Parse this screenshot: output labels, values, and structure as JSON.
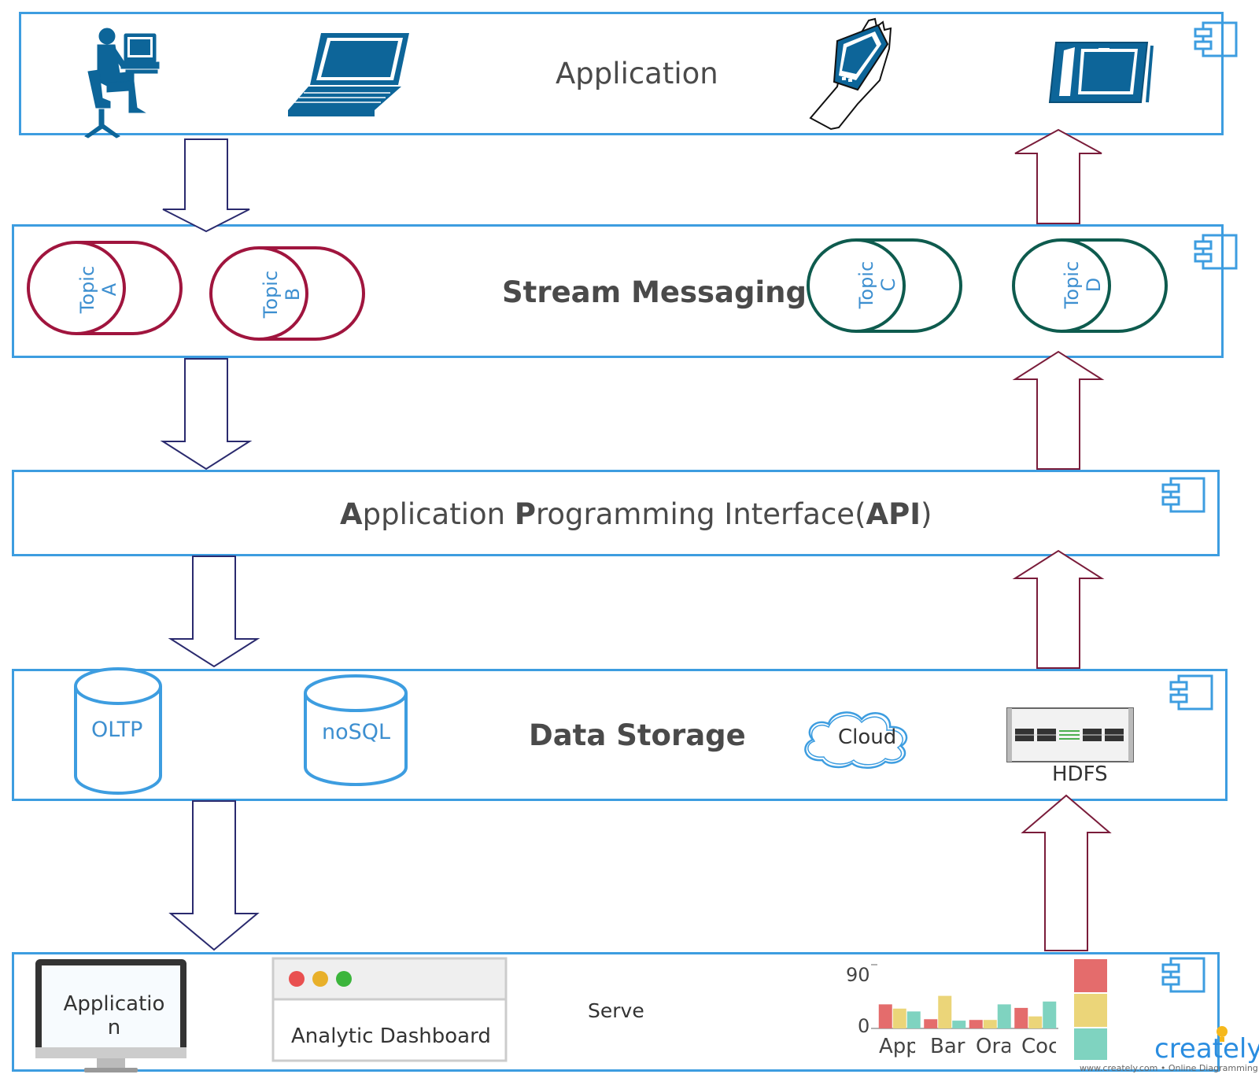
{
  "layers": {
    "application": {
      "title": "Application"
    },
    "stream": {
      "title": "Stream Messaging",
      "topics": [
        "Topic\nA",
        "Topic\nB",
        "Topic\nC",
        "Topic\nD"
      ]
    },
    "api": {
      "title_parts": [
        "A",
        "pplication ",
        "P",
        "rogramming Interface(",
        "API",
        ")"
      ]
    },
    "storage": {
      "title": "Data Storage",
      "oltp": "OLTP",
      "nosql": "noSQL",
      "cloud": "Cloud",
      "hdfs": "HDFS"
    },
    "serve": {
      "title": "Serve",
      "monitor_text": "Applicatio\nn",
      "dashboard_text": "Analytic Dashboard",
      "chart_data": {
        "type": "bar",
        "categories": [
          "App",
          "Bar",
          "Ora",
          "Coc"
        ],
        "series": [
          {
            "values": [
              34,
              13,
              12,
              29
            ]
          },
          {
            "values": [
              28,
              46,
              12,
              17
            ]
          },
          {
            "values": [
              24,
              11,
              34,
              38
            ]
          }
        ],
        "y_ticks": [
          "90",
          "0"
        ],
        "ylim": [
          0,
          90
        ]
      }
    }
  },
  "branding": {
    "logo": "creately",
    "tagline": "www.creately.com • Online Diagramming"
  },
  "colors": {
    "border": "#3d9de0",
    "down_arrow": "#2a2a6e",
    "up_arrow": "#7a1c3a",
    "topic_red": "#a0153e",
    "topic_green": "#0e5b4e",
    "device_blue": "#0d6599"
  }
}
